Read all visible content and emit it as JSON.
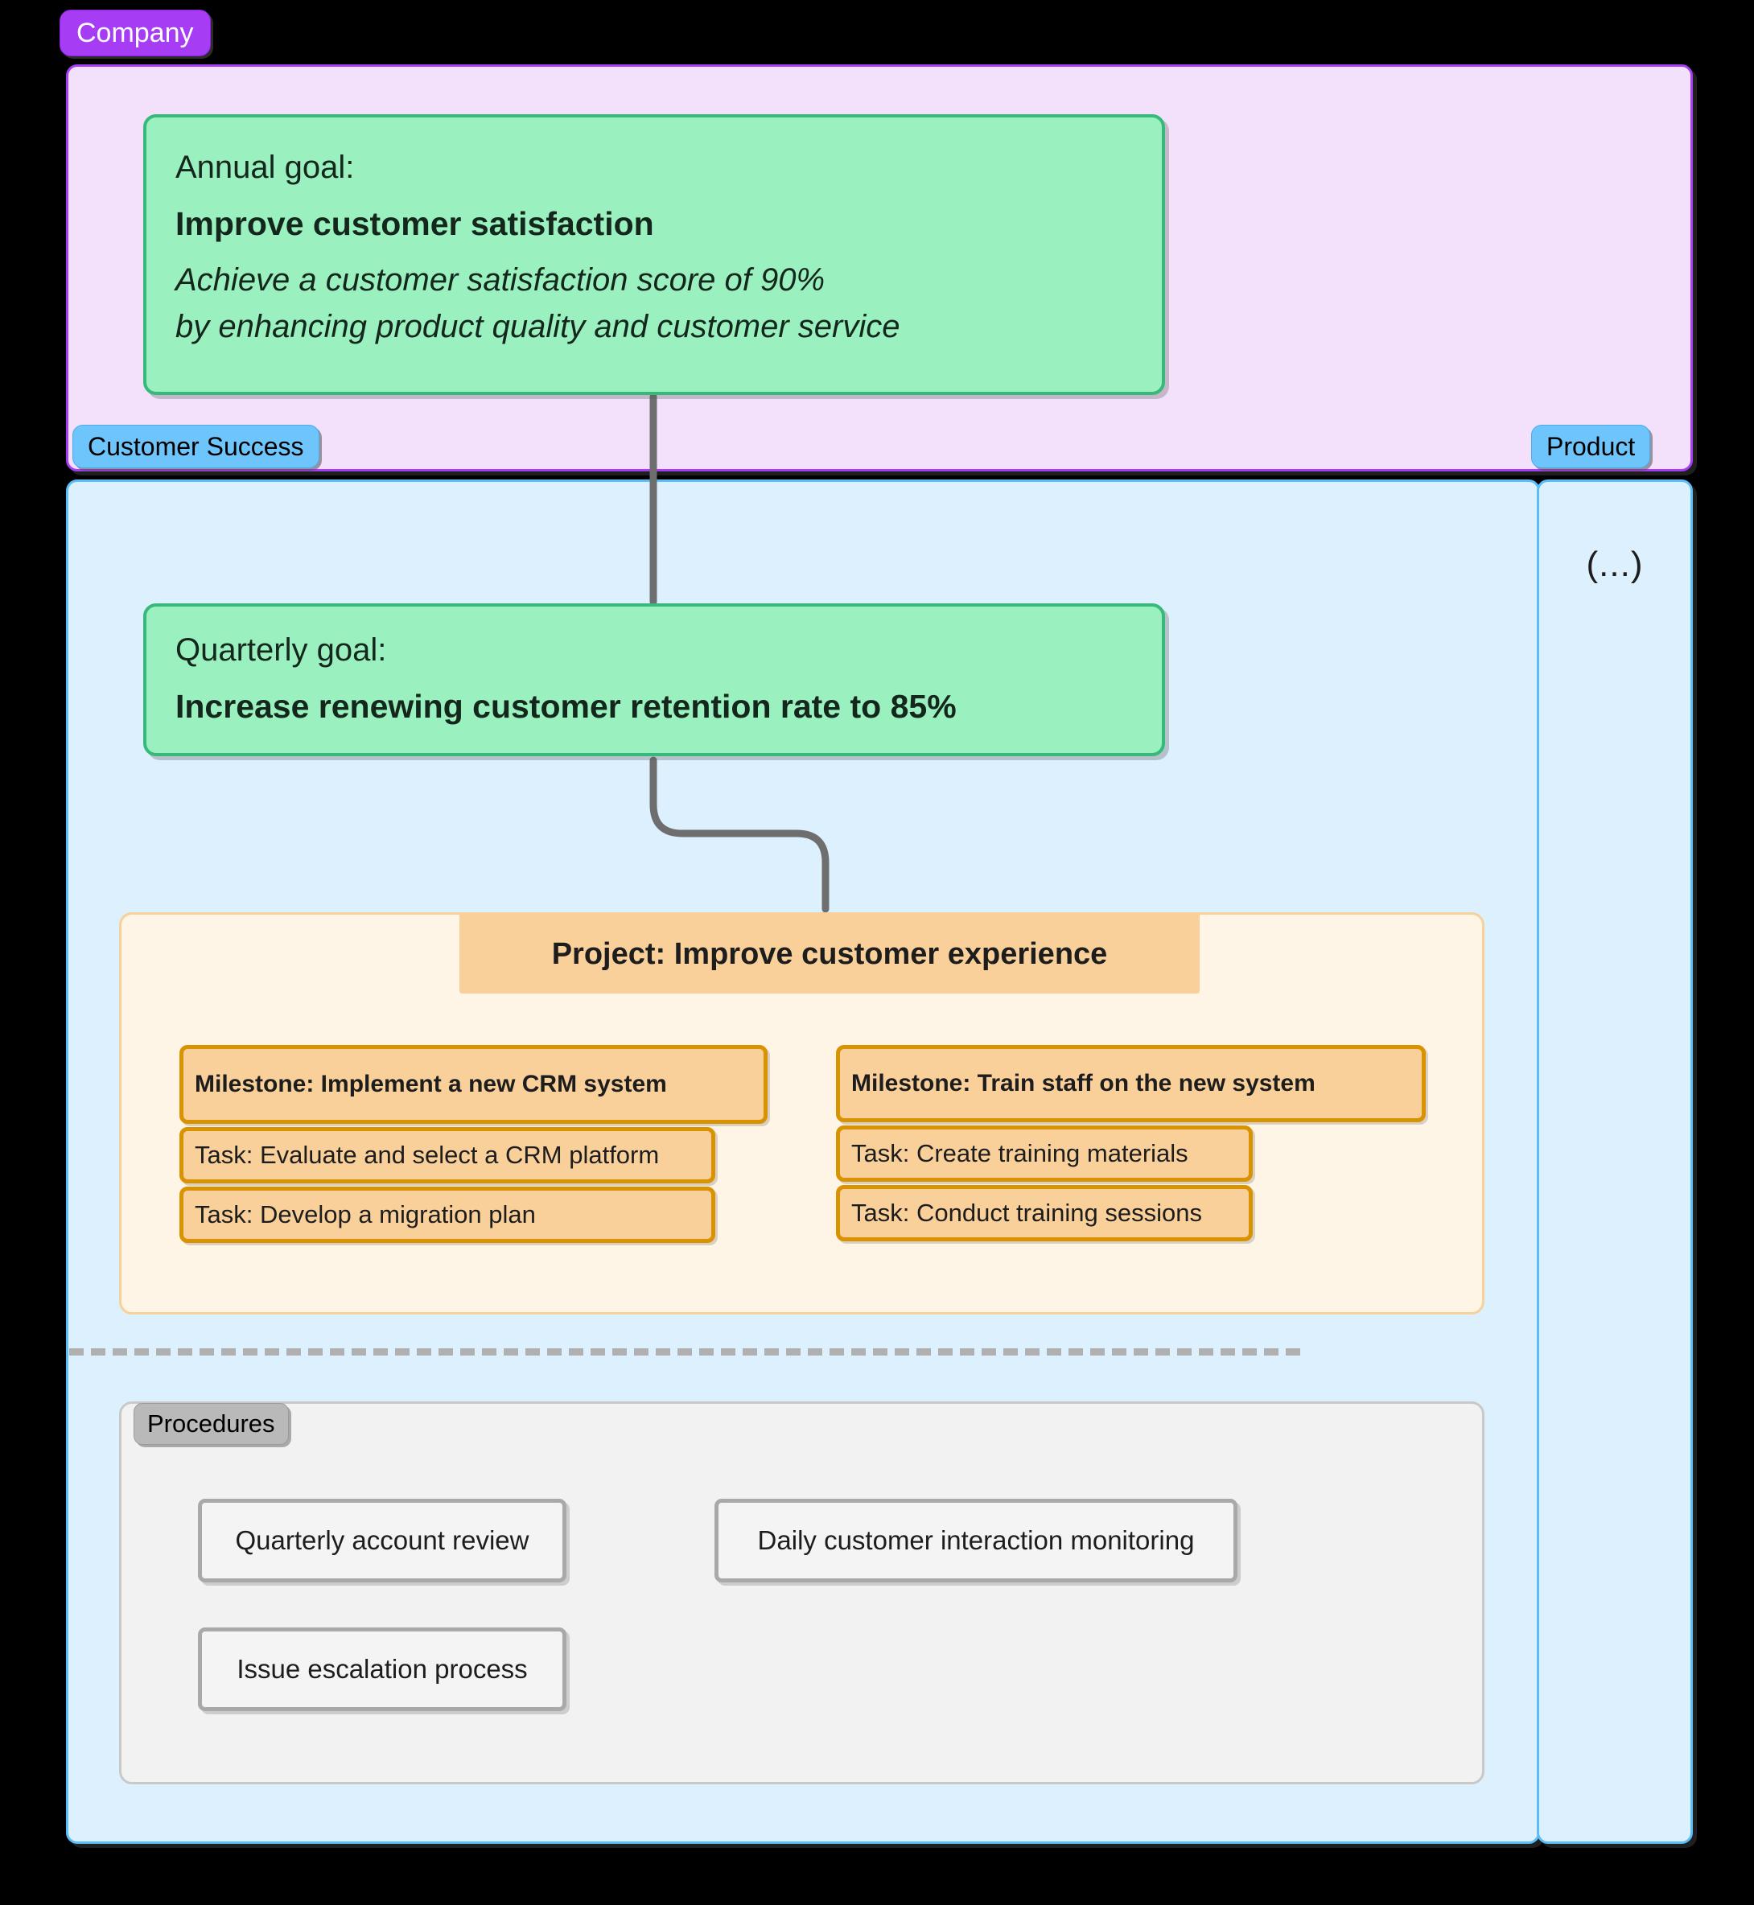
{
  "company": {
    "label": "Company"
  },
  "annual_goal": {
    "kicker": "Annual goal:",
    "title": "Improve customer satisfaction",
    "desc_line1": "Achieve a customer satisfaction score of 90%",
    "desc_line2": "by enhancing product quality and customer service"
  },
  "teams": [
    {
      "label": "Customer Success"
    },
    {
      "label": "Product",
      "body": "(...)"
    }
  ],
  "quarterly_goal": {
    "kicker": "Quarterly goal:",
    "title": "Increase renewing customer retention rate to 85%"
  },
  "project": {
    "title": "Project: Improve customer experience",
    "milestones": [
      {
        "title": "Milestone: Implement a new CRM system",
        "tasks": [
          "Task: Evaluate and select a CRM platform",
          "Task: Develop a migration plan"
        ]
      },
      {
        "title": "Milestone: Train staff on the new system",
        "tasks": [
          "Task: Create training materials",
          "Task: Conduct training sessions"
        ]
      }
    ]
  },
  "procedures": {
    "label": "Procedures",
    "items": [
      "Quarterly account review",
      "Daily customer interaction monitoring",
      "Issue escalation process"
    ]
  },
  "colors": {
    "company_accent": "#a63df5",
    "team_accent": "#5bbdf7",
    "goal_accent": "#37b97c",
    "project_accent": "#d99200",
    "procedure_accent": "#a9a9a9",
    "connector": "#6e6e6e"
  }
}
